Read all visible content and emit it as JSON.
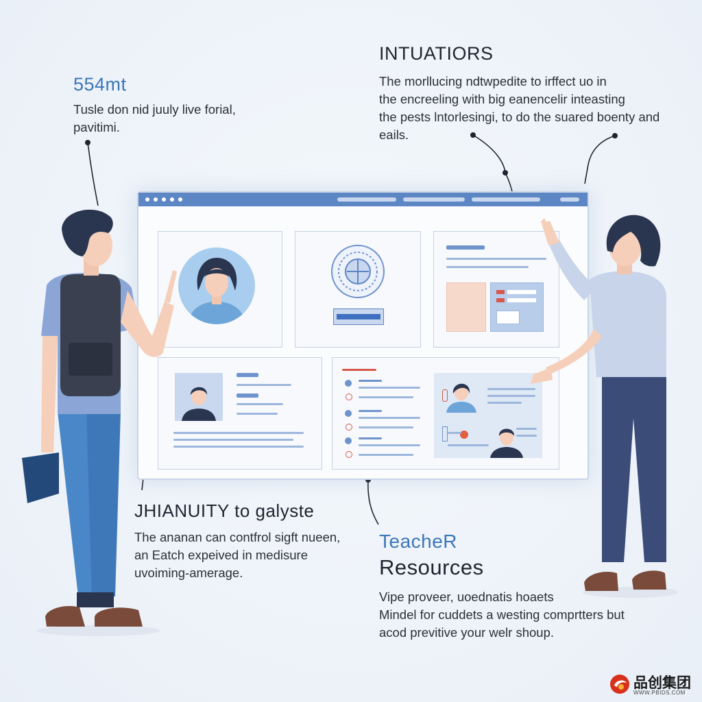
{
  "top_left": {
    "title": "554mt",
    "lines": [
      "Tusle don nid juuly live forial,",
      "pavitimi."
    ]
  },
  "top_right": {
    "title": "INTUATIORS",
    "lines": [
      "The morllucing ndtwpedite to irffect uo in",
      "the encreeling with big eanencelir inteasting",
      "the pests lntorlesingi, to do the suared boenty and",
      "eails."
    ]
  },
  "bottom_left": {
    "title": "JHIANUITY to galyste",
    "lines": [
      "The ananan can contfrol sigft nueen,",
      "an Eatch expeived in medisure",
      "uvoiming-amerage."
    ]
  },
  "bottom_right": {
    "title_line1": "TeacheR",
    "title_line2": "Resources",
    "lines": [
      "Vipe proveer, uoednatis hoaets",
      "Mindel for cuddets a westing comprtters but",
      "acod previtive your welr shoup."
    ]
  },
  "watermark": {
    "brand": "品创集团",
    "url": "WWW.PBIDS.COM"
  },
  "colors": {
    "accent": "#3b76b8",
    "browser_bar": "#5d86c5",
    "background": "#eef3f9",
    "logo_red": "#d9301e"
  }
}
